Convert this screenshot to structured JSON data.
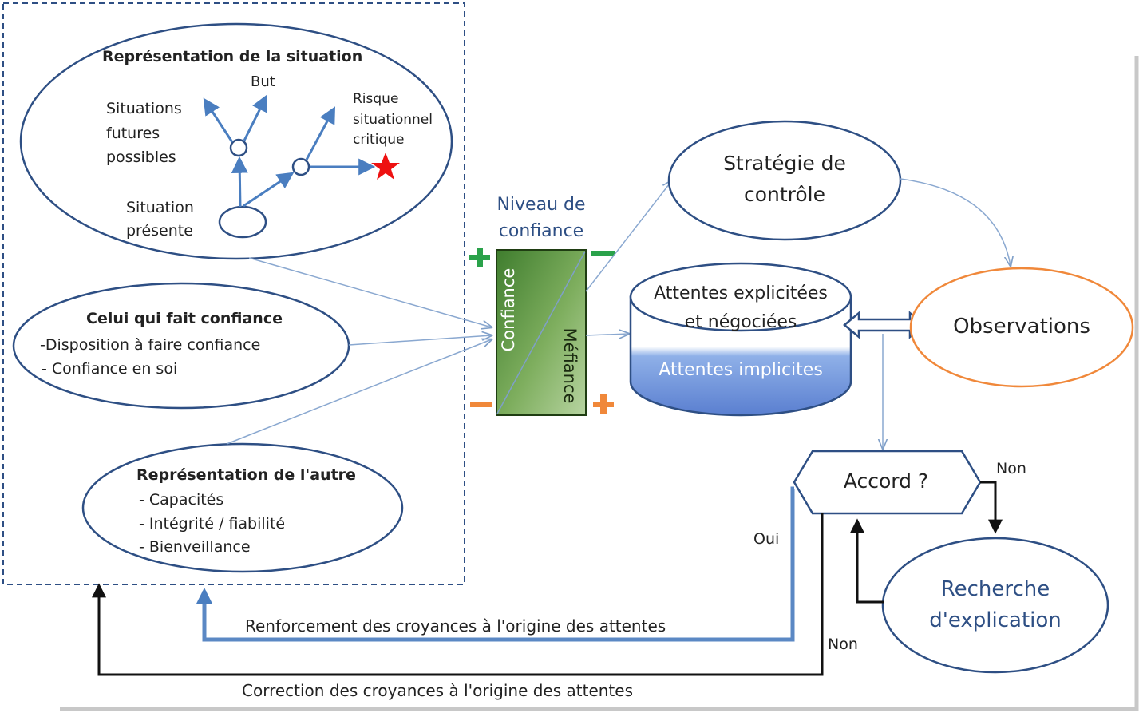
{
  "situation": {
    "title": "Représentation de la situation",
    "but": "But",
    "futures_1": "Situations",
    "futures_2": "futures",
    "futures_3": "possibles",
    "risque_1": "Risque",
    "risque_2": "situationnel",
    "risque_3": "critique",
    "presente_1": "Situation",
    "presente_2": "présente"
  },
  "trustor": {
    "title": "Celui qui fait confiance",
    "item_1": "-Disposition à faire confiance",
    "item_2": "- Confiance en soi"
  },
  "other": {
    "title": "Représentation de l'autre",
    "item_1": "- Capacités",
    "item_2": "- Intégrité / fiabilité",
    "item_3": "- Bienveillance"
  },
  "gauge": {
    "title_1": "Niveau de",
    "title_2": "confiance",
    "confiance": "Confiance",
    "mefiance": "Méfiance"
  },
  "strategy": {
    "line_1": "Stratégie de",
    "line_2": "contrôle"
  },
  "expectations": {
    "explicit_1": "Attentes explicitées",
    "explicit_2": "et négociées",
    "implicit": "Attentes implicites"
  },
  "observations": "Observations",
  "accord": "Accord ?",
  "non_right": "Non",
  "oui": "Oui",
  "recherche_1": "Recherche",
  "recherche_2": "d'explication",
  "non_bottom": "Non",
  "renforcement": "Renforcement des croyances à l'origine des attentes",
  "correction": "Correction des croyances à l'origine des attentes",
  "colors": {
    "ellipse_stroke": "#2e4f84",
    "arrow_blue": "#4a7ec0",
    "thin_arrow": "#8aa8d0",
    "green": "#2aa24a",
    "orange": "#f0883a",
    "observations_stroke": "#f0883a",
    "cylinder_fill": "#6a8ed8",
    "star": "#ee1111",
    "black": "#111111"
  }
}
